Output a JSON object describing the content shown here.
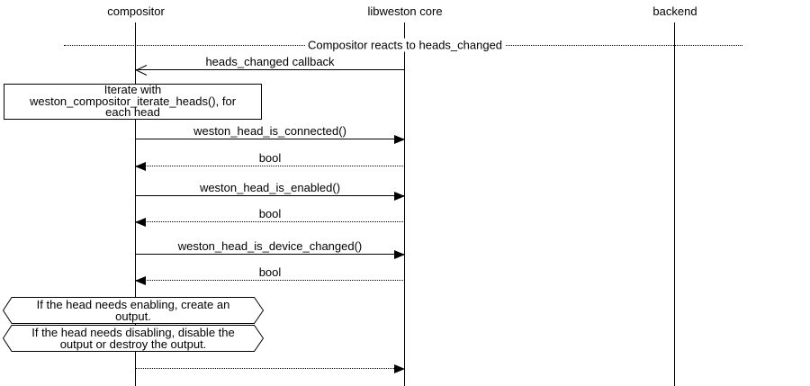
{
  "diagram": {
    "type": "uml-sequence",
    "divider_title": "Compositor reacts to heads_changed",
    "participants": [
      {
        "name": "compositor"
      },
      {
        "name": "libweston core"
      },
      {
        "name": "backend"
      }
    ],
    "messages": [
      {
        "label": "heads_changed callback",
        "from": "libweston core",
        "to": "compositor",
        "line": "solid",
        "arrowhead": "open"
      },
      {
        "label": "weston_head_is_connected()",
        "from": "compositor",
        "to": "libweston core",
        "line": "solid",
        "arrowhead": "filled"
      },
      {
        "label": "bool",
        "from": "libweston core",
        "to": "compositor",
        "line": "dotted",
        "arrowhead": "filled"
      },
      {
        "label": "weston_head_is_enabled()",
        "from": "compositor",
        "to": "libweston core",
        "line": "solid",
        "arrowhead": "filled"
      },
      {
        "label": "bool",
        "from": "libweston core",
        "to": "compositor",
        "line": "dotted",
        "arrowhead": "filled"
      },
      {
        "label": "weston_head_is_device_changed()",
        "from": "compositor",
        "to": "libweston core",
        "line": "solid",
        "arrowhead": "filled"
      },
      {
        "label": "bool",
        "from": "libweston core",
        "to": "compositor",
        "line": "dotted",
        "arrowhead": "filled"
      },
      {
        "label": "",
        "from": "compositor",
        "to": "libweston core",
        "line": "dotted",
        "arrowhead": "filled"
      }
    ],
    "notes": [
      {
        "shape": "rectangle",
        "text": "Iterate with weston_compositor_iterate_heads(), for each head"
      },
      {
        "shape": "hexagon",
        "text": "If the head needs enabling, create an output."
      },
      {
        "shape": "hexagon",
        "text": "If the head needs disabling, disable the output or destroy the output."
      }
    ],
    "colors": {
      "line": "#000000",
      "text": "#000000",
      "background": "#ffffff"
    }
  }
}
